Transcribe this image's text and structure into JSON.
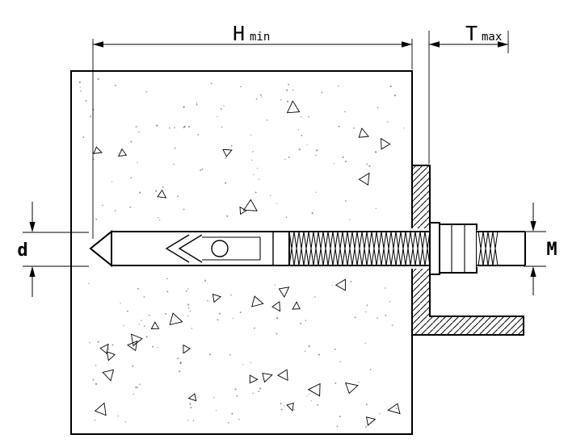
{
  "diagram": {
    "labels": {
      "h_symbol": "H",
      "h_qualifier": "min",
      "t_symbol": "T",
      "t_qualifier": "max",
      "d_symbol": "d",
      "m_symbol": "M"
    },
    "colors": {
      "line": "#000000",
      "background": "#ffffff",
      "speckle": "#4a4a4a"
    }
  }
}
